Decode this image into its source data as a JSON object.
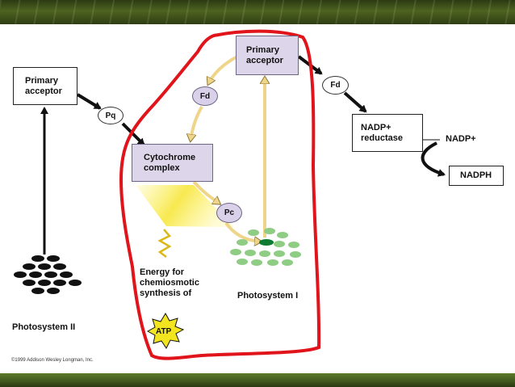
{
  "nodes": {
    "primary_acceptor_left": "Primary\nacceptor",
    "primary_acceptor_right": "Primary\nacceptor",
    "pq": "Pq",
    "fd_upper": "Fd",
    "fd_right": "Fd",
    "cytochrome_complex": "Cytochrome\ncomplex",
    "pc": "Pc",
    "nadp_reductase": "NADP+\nreductase",
    "nadph": "NADPH"
  },
  "labels": {
    "nadp_plus": "NADP+",
    "energy_text": "Energy for\nchemiosmotic\nsynthesis of",
    "atp": "ATP",
    "photosystem_i": "Photosystem I",
    "photosystem_ii": "Photosystem II",
    "copyright": "©1999 Addison Wesley Longman, Inc."
  },
  "colors": {
    "outline_highlight": "#e0141a",
    "purple_box": "#ddd6ea",
    "photosystem_i_dots": "#8fcc84",
    "photosystem_i_center": "#0f7a32",
    "photosystem_ii_dots": "#111111",
    "atp_burst": "#f2e41e",
    "arrow_dark": "#111111",
    "arrow_light": "#efd58a"
  }
}
